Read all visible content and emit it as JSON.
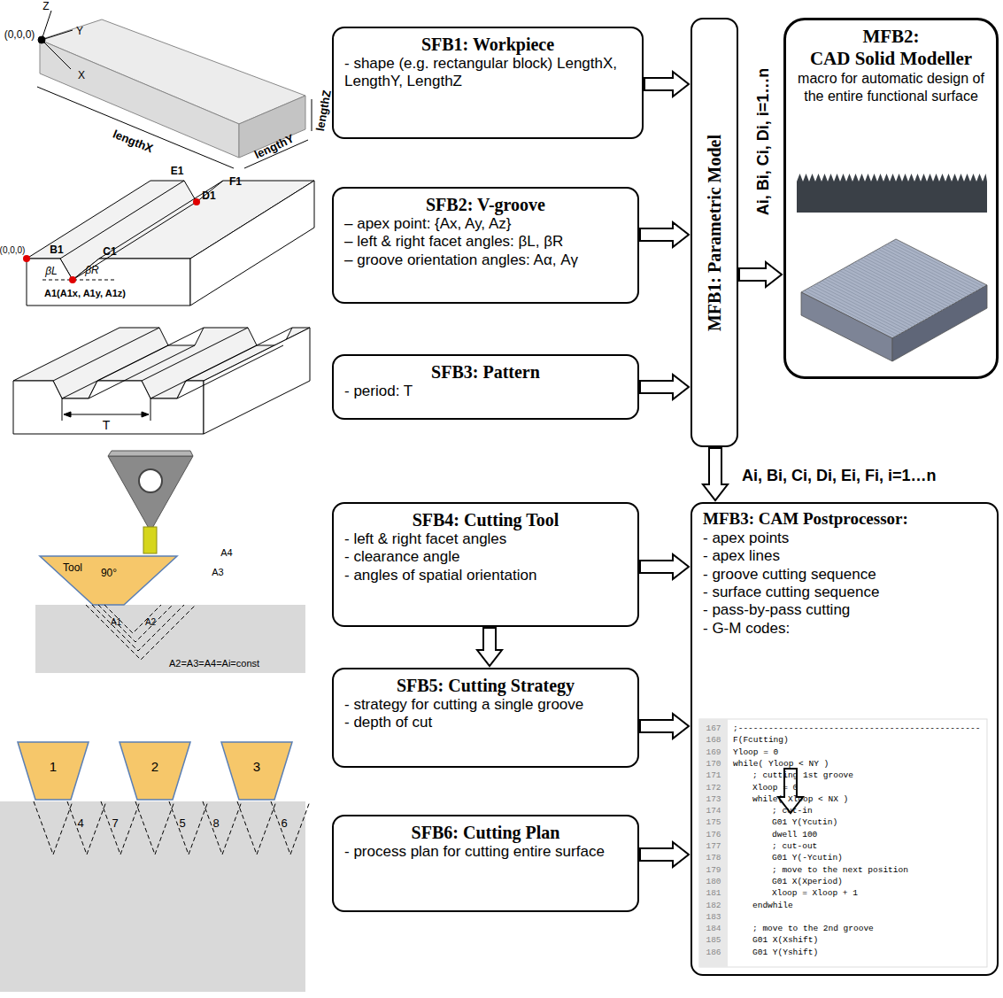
{
  "diagram": {
    "nodes": [
      {
        "text": [
          "SFB1: Workpiece",
          "- shape (e.g. rectangular block) LengthX, LengthY, LengthZ"
        ]
      },
      {
        "text": [
          "SFB2: V-groove",
          "– apex point: {Ax, Ay, Az}",
          "– left & right facet angles: βL, βR",
          "– groove orientation angles: Aα, Aγ"
        ]
      },
      {
        "text": [
          "SFB3: Pattern",
          "- period: T"
        ]
      },
      {
        "text": [
          "MFB1: Parametric Model"
        ]
      },
      {
        "text": [
          "MFB2:",
          "CAD Solid Modeller",
          "macro for automatic design of the entire functional surface"
        ]
      },
      {
        "text": [
          "SFB4: Cutting Tool",
          "- left & right facet angles",
          "- clearance angle",
          "- angles of spatial orientation"
        ]
      },
      {
        "text": [
          "SFB5: Cutting Strategy",
          "- strategy for cutting a single groove",
          "- depth of cut"
        ]
      },
      {
        "text": [
          "SFB6: Cutting Plan",
          "- process plan for cutting entire surface"
        ]
      },
      {
        "text": [
          "MFB3: CAM Postprocessor:",
          "- apex points",
          "- apex lines",
          "- groove cutting sequence",
          "- surface cutting sequence",
          "- pass-by-pass cutting",
          "- G-M codes:"
        ]
      }
    ],
    "edges": [
      {
        "from": 0,
        "to": 3,
        "arrow": "to"
      },
      {
        "from": 1,
        "to": 3,
        "arrow": "to"
      },
      {
        "from": 2,
        "to": 3,
        "arrow": "to"
      },
      {
        "from": 3,
        "to": 4,
        "label": "Ai, Bi, Ci, Di, i=1…n",
        "arrow": "to"
      },
      {
        "from": 3,
        "to": 8,
        "label": "Ai, Bi, Ci, Di, Ei, Fi, i=1…n",
        "arrow": "to"
      },
      {
        "from": 5,
        "to": 8,
        "arrow": "to"
      },
      {
        "from": 6,
        "to": 8,
        "arrow": "to"
      },
      {
        "from": 7,
        "to": 8,
        "arrow": "to"
      },
      {
        "from": 5,
        "to": 6,
        "arrow": "to"
      },
      {
        "from": 6,
        "to": 7,
        "arrow": "to"
      }
    ],
    "labels": [
      "Z",
      "Y",
      "(0,0,0)",
      "X",
      "lengthX",
      "lengthY",
      "lengthZ",
      "E1",
      "D1",
      "F1",
      "(0,0,0)",
      "B1",
      "βL",
      "βR",
      "C1",
      "A1(A1x, A1y, A1z)",
      "T",
      "Tool",
      "90°",
      "A4",
      "A3",
      "A1",
      "A2",
      "A2=A3=A4=Ai=const",
      "1",
      "2",
      "3",
      "4",
      "7",
      "5",
      "8",
      "6",
      "167",
      ";------------------------------------------------",
      "168",
      "F(Fcutting)",
      "169",
      "Yloop = 0",
      "170",
      "while( Yloop < NY )",
      "171",
      "; cutting 1st groove",
      "172",
      "Xloop = 0",
      "173",
      "while( Xloop < NX )",
      "174",
      "; cut-in",
      "175",
      "G01 Y(Ycutin)",
      "176",
      "dwell 100",
      "177",
      "; cut-out",
      "178",
      "G01 Y(-Ycutin)",
      "179",
      "; move to the next position",
      "180",
      "G01 X(Xperiod)",
      "181",
      "Xloop = Xloop + 1",
      "182",
      "endwhile",
      "183",
      "184",
      "; move to the 2nd groove",
      "185",
      "G01 X(Xshift)",
      "186",
      "G01 Y(Yshift)"
    ]
  }
}
